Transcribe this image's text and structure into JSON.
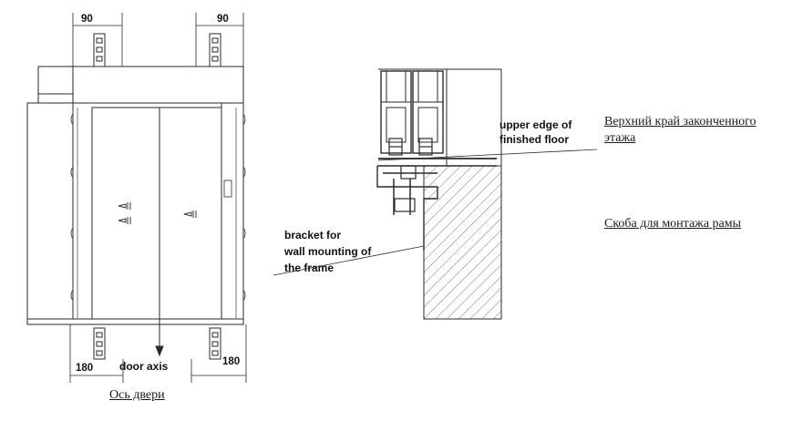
{
  "front_view": {
    "dim_top_left": "90",
    "dim_top_right": "90",
    "dim_bottom_left": "180",
    "dim_bottom_right": "180",
    "axis_label": "door axis",
    "axis_caption_ru": "Ось двери"
  },
  "section_view": {
    "floor_label": [
      "upper edge of",
      "finished floor"
    ],
    "bracket_label": [
      "bracket for",
      "wall mounting of",
      "the frame"
    ],
    "floor_caption_ru": [
      "Верхний край законченного",
      "этажа"
    ],
    "bracket_caption_ru": "Скоба для монтажа рамы"
  },
  "colors": {
    "line": "#2a2a2a",
    "light_line": "#777777",
    "background": "#ffffff"
  }
}
